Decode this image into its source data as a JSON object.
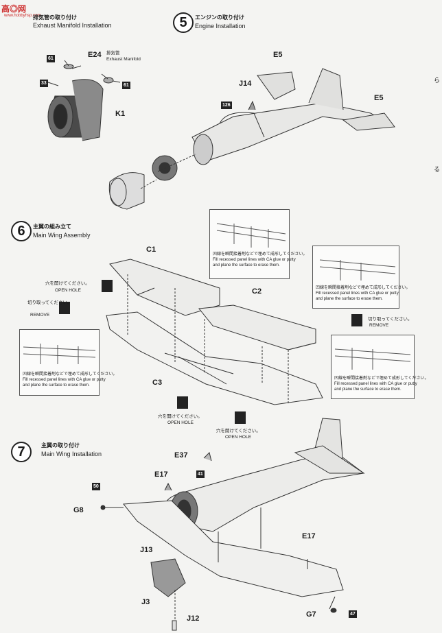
{
  "watermark": {
    "title": "高◎网",
    "url": "www.hobbyhsp.com"
  },
  "step4": {
    "jp": "排気管の取り付け",
    "en": "Exhaust Manifold Installation",
    "parts": {
      "e24": "E24",
      "e24_jp": "排気管",
      "e24_en": "Exhaust Manifold",
      "k1": "K1"
    },
    "callouts": {
      "c61a": "61",
      "c61b": "61",
      "c33": "33"
    }
  },
  "step5": {
    "number": "5",
    "jp": "エンジンの取り付け",
    "en": "Engine Installation",
    "parts": {
      "e5a": "E5",
      "e5b": "E5",
      "j14": "J14"
    },
    "callouts": {
      "c126": "126"
    }
  },
  "step6": {
    "number": "6",
    "jp": "主翼の組み立て",
    "en": "Main Wing Assembly",
    "parts": {
      "c1": "C1",
      "c2": "C2",
      "c3": "C3"
    },
    "hole_jp": "穴を開けてください。",
    "hole_en": "OPEN HOLE",
    "cut_jp": "切り取ってください。",
    "cut_en": "REMOVE",
    "detail_jp": "凹線を瞬間接着剤などで埋めて成形してください。",
    "detail_en1": "Fill recessed panel lines with CA glue or putty",
    "detail_en2": "and plane the surface to erase them."
  },
  "step7": {
    "number": "7",
    "jp": "主翼の取り付け",
    "en": "Main Wing Installation",
    "parts": {
      "e37": "E37",
      "e17a": "E17",
      "e17b": "E17",
      "g8": "G8",
      "g7": "G7",
      "j13": "J13",
      "j3": "J3",
      "j12": "J12"
    },
    "callouts": {
      "c41": "41",
      "c50": "50",
      "c47": "47"
    }
  },
  "side_marks": {
    "a": "ら",
    "b": "る"
  }
}
